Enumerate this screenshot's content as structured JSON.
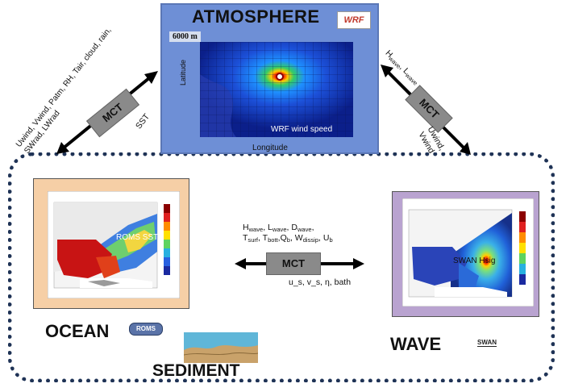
{
  "atmosphere": {
    "title": "ATMOSPHERE",
    "logo_text": "WRF",
    "height_tag": "6000 m",
    "y_axis": "Latitude",
    "x_axis": "Longitude",
    "caption": "WRF wind speed"
  },
  "ocean": {
    "label": "OCEAN",
    "logo_text": "ROMS",
    "caption": "ROMS SST"
  },
  "wave": {
    "label": "WAVE",
    "logo_text": "SWAN",
    "caption": "SWAN Hsig"
  },
  "sediment": {
    "label": "SEDIMENT"
  },
  "couplers": {
    "left": {
      "box": "MCT",
      "to_ocean": "Uwind, Vwind, Patm, RH, Tair, cloud, rain, SWrad, LWrad",
      "to_atmosphere": "SST"
    },
    "right": {
      "box": "MCT",
      "to_atmosphere_base": [
        "H",
        "wave",
        ", L",
        "wave"
      ],
      "to_wave_line1": "Uwind,",
      "to_wave_line2": "Vwind"
    },
    "center": {
      "box": "MCT",
      "top_line1": [
        "H",
        "wave",
        ", L",
        "wave",
        ", D",
        "wave",
        ","
      ],
      "top_line2": [
        "T",
        "surf",
        ", T",
        "bott",
        ",Q",
        "b",
        ", W",
        "dissip",
        ", U",
        "b"
      ],
      "bottom_line": "u_s, v_s, η, bath"
    }
  },
  "colors": {
    "atmosphere_panel": "#6e8fd6",
    "ocean_panel": "#f6cfa6",
    "wave_panel": "#b9a3d0",
    "dashed_border": "#1f3356",
    "mct_box": "#8a8a8a"
  }
}
